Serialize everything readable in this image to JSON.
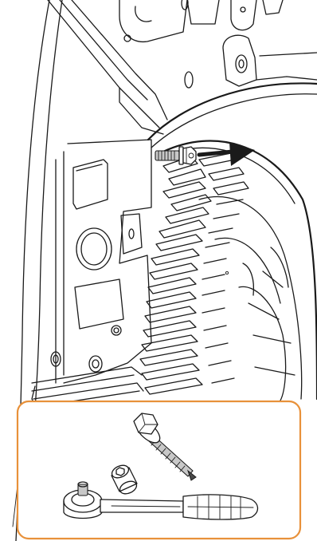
{
  "colors": {
    "line": "#1a1a1a",
    "background": "#ffffff",
    "inset_border": "#e8913a",
    "arrow": "#1a1a1a",
    "metal_fill": "#c8c8c8"
  },
  "parts": {
    "callout_arrow": "removal-direction-arrow",
    "fastener": "hex-flange-screw",
    "tools": [
      "hex-flange-screw",
      "socket",
      "ratchet-wrench"
    ]
  }
}
